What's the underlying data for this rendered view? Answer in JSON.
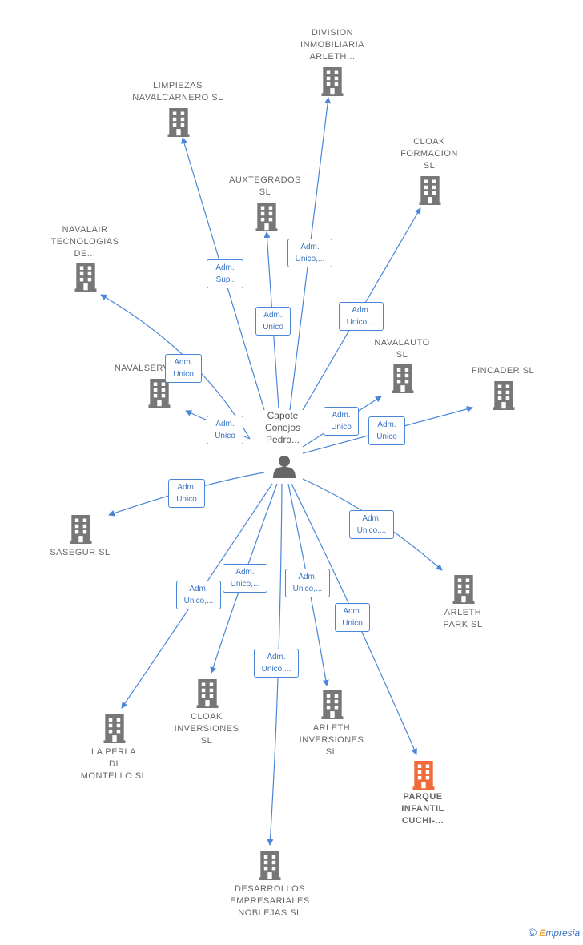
{
  "center": {
    "label": "Capote\nConejos\nPedro..."
  },
  "colors": {
    "edge": "#4a86d8",
    "building": "#777777",
    "highlight": "#f06a3a"
  },
  "companies": [
    {
      "id": "division",
      "label": "DIVISION\nINMOBILIARIA\nARLETH..."
    },
    {
      "id": "limpiezas",
      "label": "LIMPIEZAS\nNAVALCARNERO SL"
    },
    {
      "id": "cloakform",
      "label": "CLOAK\nFORMACION\nSL"
    },
    {
      "id": "auxtegrados",
      "label": "AUXTEGRADOS\nSL"
    },
    {
      "id": "navalair",
      "label": "NAVALAIR\nTECNOLOGIAS\nDE..."
    },
    {
      "id": "navalauto",
      "label": "NAVALAUTO\nSL"
    },
    {
      "id": "fincader",
      "label": "FINCADER SL"
    },
    {
      "id": "navalserv",
      "label": "NAVALSERV..."
    },
    {
      "id": "sasegur",
      "label": "SASEGUR SL"
    },
    {
      "id": "arlethpark",
      "label": "ARLETH\nPARK SL"
    },
    {
      "id": "laperla",
      "label": "LA PERLA\nDI\nMONTELLO SL"
    },
    {
      "id": "cloakinv",
      "label": "CLOAK\nINVERSIONES\nSL"
    },
    {
      "id": "arlethinv",
      "label": "ARLETH\nINVERSIONES\nSL"
    },
    {
      "id": "parque",
      "label": "PARQUE\nINFANTIL\nCUCHI-...",
      "highlight": true
    },
    {
      "id": "desarrollos",
      "label": "DESARROLLOS\nEMPRESARIALES\nNOBLEJAS SL"
    }
  ],
  "relations": [
    {
      "id": "r-division",
      "label": "Adm.\nUnico,..."
    },
    {
      "id": "r-limpiezas",
      "label": "Adm.\nSupl."
    },
    {
      "id": "r-auxtegrados",
      "label": "Adm.\nUnico"
    },
    {
      "id": "r-cloakform",
      "label": "Adm.\nUnico,..."
    },
    {
      "id": "r-navalair",
      "label": "Adm.\nUnico"
    },
    {
      "id": "r-navalserv",
      "label": "Adm.\nUnico"
    },
    {
      "id": "r-navalauto",
      "label": "Adm.\nUnico"
    },
    {
      "id": "r-fincader",
      "label": "Adm.\nUnico"
    },
    {
      "id": "r-sasegur",
      "label": "Adm.\nUnico"
    },
    {
      "id": "r-arlethpark",
      "label": "Adm.\nUnico,..."
    },
    {
      "id": "r-laperla",
      "label": "Adm.\nUnico,..."
    },
    {
      "id": "r-cloakinv",
      "label": "Adm.\nUnico,..."
    },
    {
      "id": "r-arlethinv",
      "label": "Adm.\nUnico,..."
    },
    {
      "id": "r-parque",
      "label": "Adm.\nUnico"
    },
    {
      "id": "r-desarrollos",
      "label": "Adm.\nUnico,..."
    }
  ],
  "footer": {
    "copyright": "©",
    "brand_first": "E",
    "brand_rest": "mpresia"
  }
}
